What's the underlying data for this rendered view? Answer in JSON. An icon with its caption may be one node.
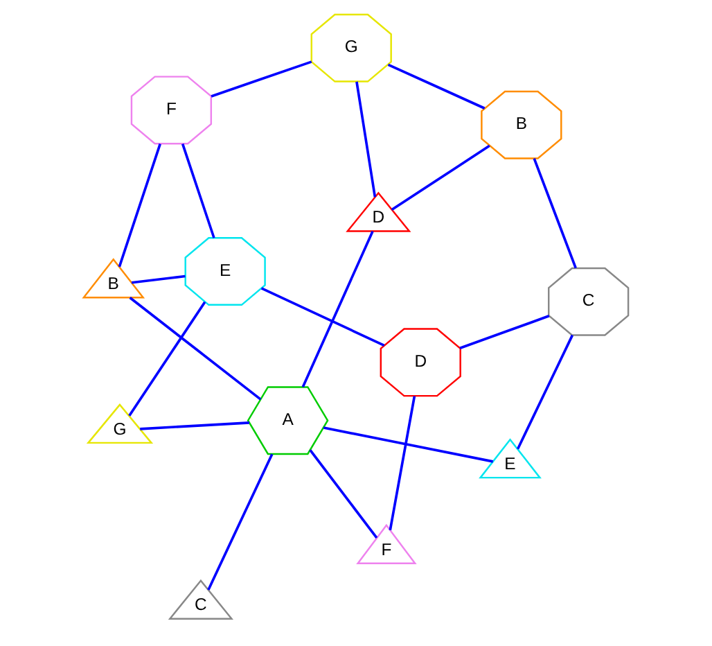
{
  "diagram": {
    "nodes": [
      {
        "text": [
          "F"
        ]
      },
      {
        "text": [
          "E"
        ]
      },
      {
        "text": [
          "B"
        ]
      },
      {
        "text": [
          "C"
        ]
      },
      {
        "text": [
          "G"
        ]
      },
      {
        "text": [
          "A"
        ]
      },
      {
        "text": [
          "G"
        ]
      },
      {
        "text": [
          "D"
        ]
      },
      {
        "text": [
          "D"
        ]
      },
      {
        "text": [
          "F"
        ]
      },
      {
        "text": [
          "E"
        ]
      },
      {
        "text": [
          "B"
        ]
      },
      {
        "text": [
          "C"
        ]
      }
    ],
    "edges": [
      {
        "from": 5,
        "to": 2,
        "arrow": "none"
      },
      {
        "from": 5,
        "to": 3,
        "arrow": "none"
      },
      {
        "from": 5,
        "to": 7,
        "arrow": "none"
      },
      {
        "from": 5,
        "to": 10,
        "arrow": "none"
      },
      {
        "from": 5,
        "to": 9,
        "arrow": "none"
      },
      {
        "from": 5,
        "to": 6,
        "arrow": "none"
      },
      {
        "from": 2,
        "to": 0,
        "arrow": "none"
      },
      {
        "from": 2,
        "to": 1,
        "arrow": "none"
      },
      {
        "from": 0,
        "to": 4,
        "arrow": "none"
      },
      {
        "from": 0,
        "to": 1,
        "arrow": "none"
      },
      {
        "from": 4,
        "to": 7,
        "arrow": "none"
      },
      {
        "from": 7,
        "to": 11,
        "arrow": "none"
      },
      {
        "from": 4,
        "to": 11,
        "arrow": "none"
      },
      {
        "from": 1,
        "to": 8,
        "arrow": "none"
      },
      {
        "from": 1,
        "to": 6,
        "arrow": "none"
      },
      {
        "from": 9,
        "to": 8,
        "arrow": "none"
      },
      {
        "from": 10,
        "to": 12,
        "arrow": "none"
      },
      {
        "from": 8,
        "to": 12,
        "arrow": "none"
      },
      {
        "from": 12,
        "to": 11,
        "arrow": "none"
      }
    ]
  }
}
